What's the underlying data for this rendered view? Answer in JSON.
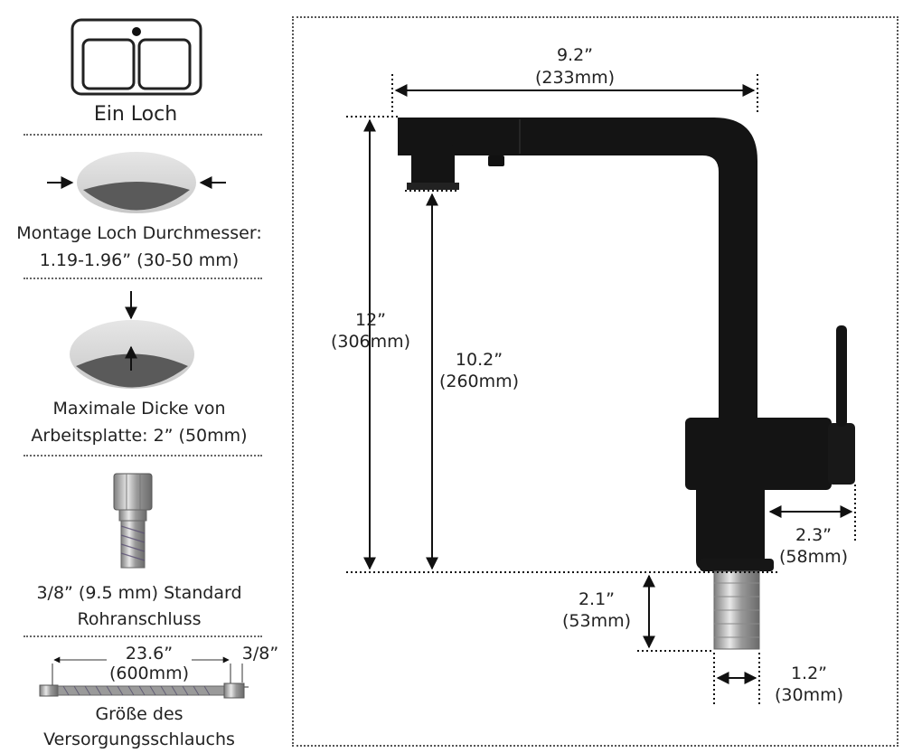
{
  "sidebar": {
    "one_hole": "Ein Loch",
    "hole_diameter_line1": "Montage Loch Durchmesser:",
    "hole_diameter_line2": "1.19-1.96” (30-50 mm)",
    "max_thickness_line1": "Maximale Dicke von",
    "max_thickness_line2": "Arbeitsplatte: 2” (50mm)",
    "connection_line1": "3/8” (9.5 mm) Standard",
    "connection_line2": "Rohranschluss",
    "hose_length_in": "23.6”",
    "hose_length_mm": "(600mm)",
    "hose_thread": "3/8”",
    "hose_title_line1": "Größe des",
    "hose_title_line2": "Versorgungsschlauchs"
  },
  "dimensions": {
    "spout_reach_in": "9.2”",
    "spout_reach_mm": "(233mm)",
    "total_height_in": "12”",
    "total_height_mm": "(306mm)",
    "spout_height_in": "10.2”",
    "spout_height_mm": "(260mm)",
    "lever_offset_in": "2.3”",
    "lever_offset_mm": "(58mm)",
    "shank_length_in": "2.1”",
    "shank_length_mm": "(53mm)",
    "shank_diameter_in": "1.2”",
    "shank_diameter_mm": "(30mm)"
  },
  "colors": {
    "faucet": "#141414",
    "arrow": "#111111",
    "chrome": "#b9b9b9",
    "countertop": "#d8d8d8",
    "hole": "#5a5a5a"
  }
}
